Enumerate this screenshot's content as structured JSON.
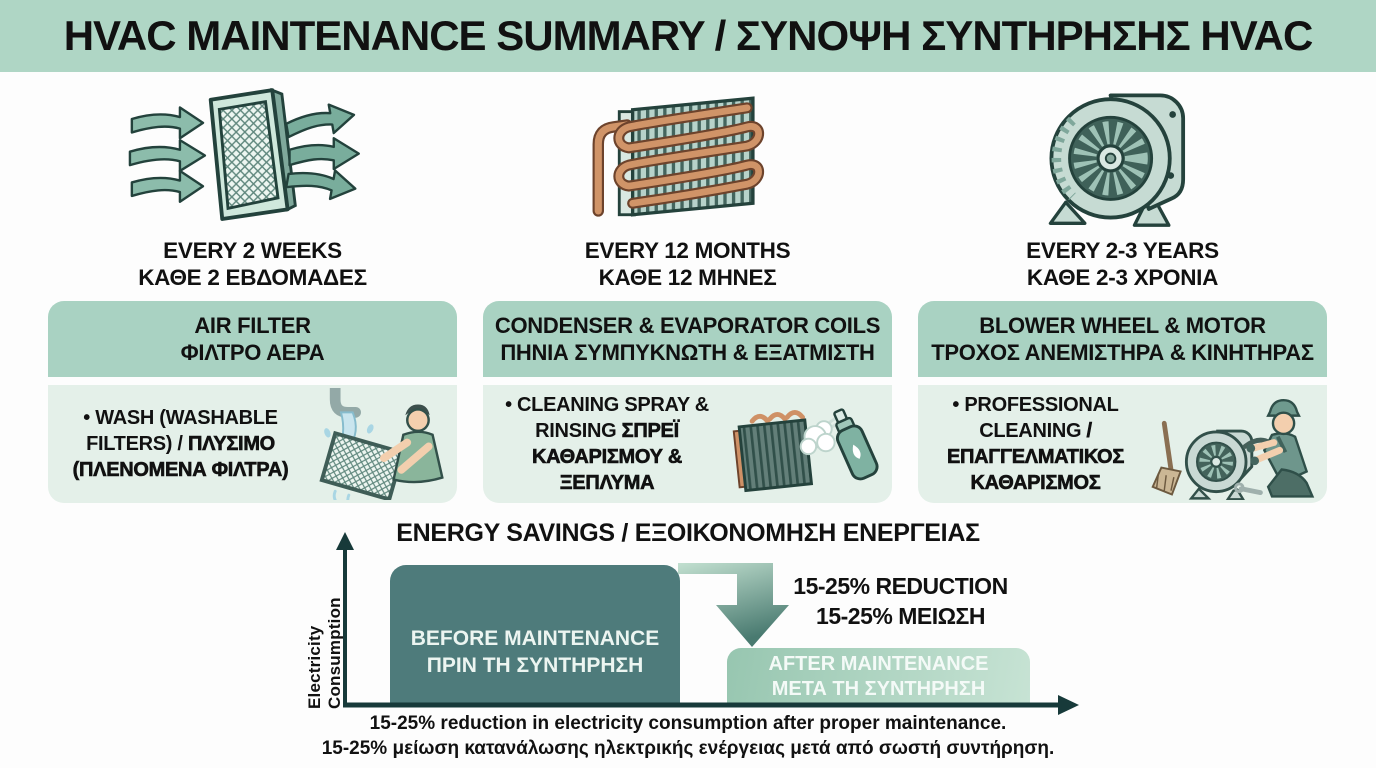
{
  "title": "HVAC MAINTENANCE SUMMARY / ΣΥΝΟΨΗ ΣΥΝΤΗΡΗΣΗΣ HVAC",
  "columns": [
    {
      "icon": "air-filter-icon",
      "frequency_en": "EVERY 2 WEEKS",
      "frequency_el": "ΚΑΘΕ 2 ΕΒΔΟΜΑΔΕΣ",
      "component_en": "AIR FILTER",
      "component_el": "ΦΙΛΤΡΟ ΑΕΡΑ",
      "task_en": "• WASH (WASHABLE FILTERS) / ",
      "task_el": "ΠΛΥΣΙΜΟ (ΠΛΕΝΟΜΕΝΑ ΦΙΛΤΡΑ)",
      "illustration": "filter-washing-illustration"
    },
    {
      "icon": "condenser-coils-icon",
      "frequency_en": "EVERY 12 MONTHS",
      "frequency_el": "ΚΑΘΕ 12 ΜΗΝΕΣ",
      "component_en": "CONDENSER & EVAPORATOR COILS",
      "component_el": "ΠΗΝΙΑ ΣΥΜΠΥΚΝΩΤΗ & ΕΞΑΤΜΙΣΤΗ",
      "task_en": "• CLEANING SPRAY & RINSING ",
      "task_el": "ΣΠΡΕΪ ΚΑΘΑΡΙΣΜΟΥ & ΞΕΠΛΥΜΑ",
      "illustration": "coil-spray-illustration"
    },
    {
      "icon": "blower-wheel-icon",
      "frequency_en": "EVERY 2-3 YEARS",
      "frequency_el": "ΚΑΘΕ 2-3 ΧΡΟΝΙΑ",
      "component_en": "BLOWER WHEEL & MOTOR",
      "component_el": "ΤΡΟΧΟΣ ΑΝΕΜΙΣΤΗΡΑ & ΚΙΝΗΤΗΡΑΣ",
      "task_en": "• PROFESSIONAL CLEANING ",
      "task_el": "/ ΕΠΑΓΓΕΛΜΑΤΙΚΟΣ ΚΑΘΑΡΙΣΜΟΣ",
      "illustration": "technician-cleaning-illustration"
    }
  ],
  "chart_data": {
    "type": "bar",
    "title": "ENERGY SAVINGS / ΕΞΟΙΚΟΝΟΜΗΣΗ ΕΝΕΡΓΕΙΑΣ",
    "ylabel": "Electricity Consumption",
    "xlabel": "",
    "grid": false,
    "categories": [
      "BEFORE MAINTENANCE / ΠΡΙΝ ΤΗ ΣΥΝΤΗΡΗΣΗ",
      "AFTER MAINTENANCE / ΜΕΤΑ ΤΗ ΣΥΝΤΗΡΗΣΗ"
    ],
    "values_relative_height": [
      100,
      41
    ],
    "annotation_en": "15-25% REDUCTION",
    "annotation_el": "15-25% ΜΕΙΩΣΗ",
    "bar_before": {
      "label_en": "BEFORE MAINTENANCE",
      "label_el": "ΠΡΙΝ ΤΗ ΣΥΝΤΗΡΗΣΗ",
      "color": "#4e7b7b"
    },
    "bar_after": {
      "label_en": "AFTER MAINTENANCE",
      "label_el": "ΜΕΤΑ ΤΗ ΣΥΝΤΗΡΗΣΗ",
      "color": "#a3cdb9"
    },
    "caption_en": "15-25% reduction in electricity consumption after proper maintenance.",
    "caption_el": "15-25% μείωση κατανάλωσης ηλεκτρικής ενέργειας μετά από σωστή συντήρηση."
  },
  "colors": {
    "banner_bg": "#afd6c5",
    "header_box_bg": "#a9d2c2",
    "body_box_bg": "#e4f0e9",
    "arrow_gradient_light": "#c2e0d0",
    "arrow_gradient_dark": "#497a70",
    "axis": "#173a3a"
  }
}
